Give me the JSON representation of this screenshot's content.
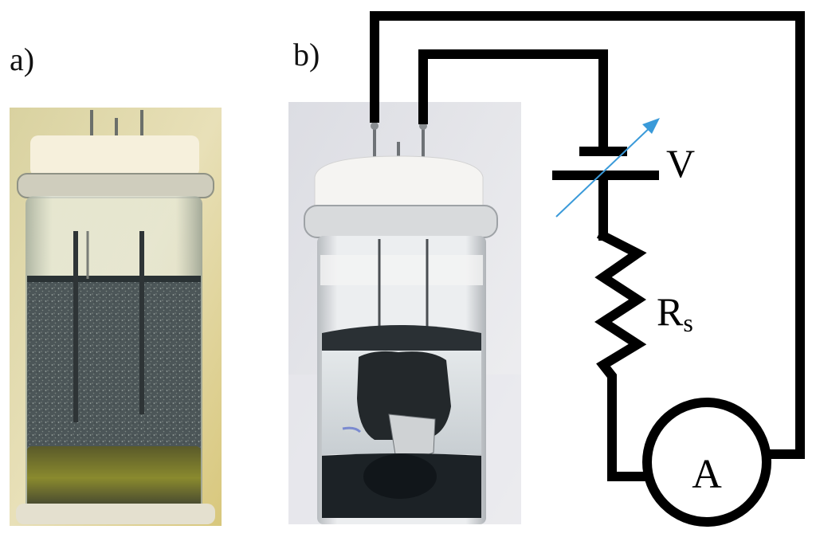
{
  "panels": {
    "a": {
      "label": "a)"
    },
    "b": {
      "label": "b)"
    }
  },
  "circuit": {
    "source_label": "V",
    "resistor_label_main": "R",
    "resistor_label_sub": "s",
    "meter_label": "A"
  },
  "colors": {
    "wire": "#000000",
    "variable_arrow": "#3a9ad9",
    "liquid_a": "#3a4446",
    "liquid_b": "#1c2226",
    "tint_a": "#c8b94a",
    "cap": "#f3f1ec"
  }
}
